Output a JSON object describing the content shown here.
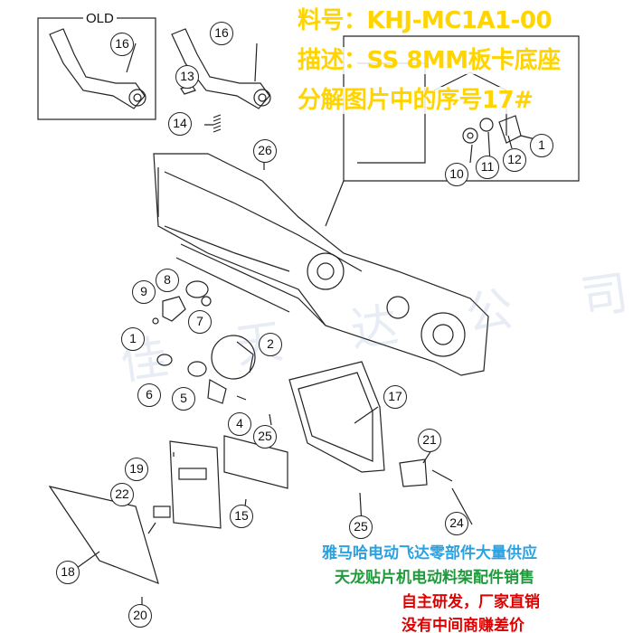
{
  "header": {
    "line1": "料号：KHJ-MC1A1-00",
    "line2": "描述：SS 8MM板卡底座",
    "line3": "分解图片中的序号17#"
  },
  "old_label": "OLD",
  "watermark": "佳 天 达 公 司",
  "callouts": [
    "1",
    "1",
    "2",
    "4",
    "5",
    "6",
    "7",
    "8",
    "9",
    "10",
    "11",
    "12",
    "13",
    "14",
    "15",
    "16",
    "16",
    "17",
    "18",
    "19",
    "20",
    "21",
    "22",
    "24",
    "25",
    "25",
    "26"
  ],
  "footer": {
    "line1": "雅马哈电动飞达零部件大量供应",
    "line2": "天龙贴片机电动料架配件销售",
    "line3": "自主研发，厂家直销",
    "line4": "没有中间商赚差价"
  },
  "colors": {
    "header": "#ffd400",
    "footer_blue": "#2aa1e0",
    "footer_green": "#1f9a3a",
    "footer_red": "#e00000",
    "line_art": "#222222"
  }
}
